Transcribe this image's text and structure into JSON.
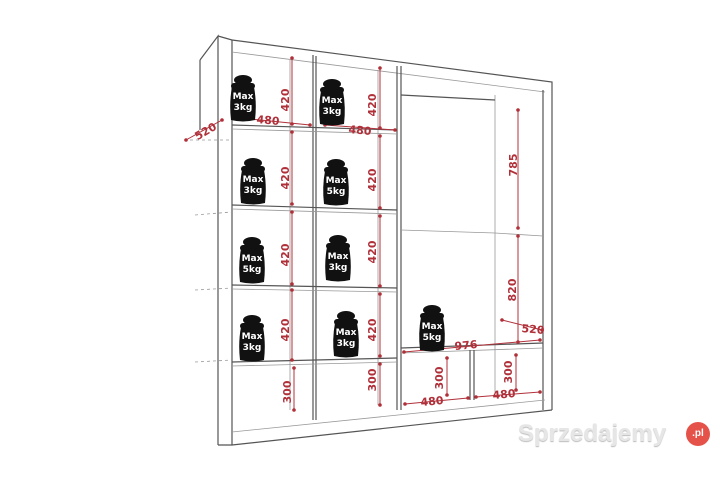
{
  "weights": [
    {
      "label": "Max",
      "load": "3kg"
    },
    {
      "label": "Max",
      "load": "3kg"
    },
    {
      "label": "Max",
      "load": "3kg"
    },
    {
      "label": "Max",
      "load": "5kg"
    },
    {
      "label": "Max",
      "load": "5kg"
    },
    {
      "label": "Max",
      "load": "3kg"
    },
    {
      "label": "Max",
      "load": "3kg"
    },
    {
      "label": "Max",
      "load": "3kg"
    },
    {
      "label": "Max",
      "load": "5kg"
    }
  ],
  "dimensions": [
    "420",
    "420",
    "420",
    "420",
    "420",
    "420",
    "420",
    "420",
    "300",
    "300",
    "300",
    "300",
    "480",
    "480",
    "480",
    "480",
    "520",
    "520",
    "785",
    "820",
    "976"
  ],
  "colors": {
    "dimension": "#b0303a",
    "weight": "#111111",
    "outline": "#555555"
  },
  "watermark": {
    "text": "Sprzedajemy",
    "badge": ".pl"
  }
}
